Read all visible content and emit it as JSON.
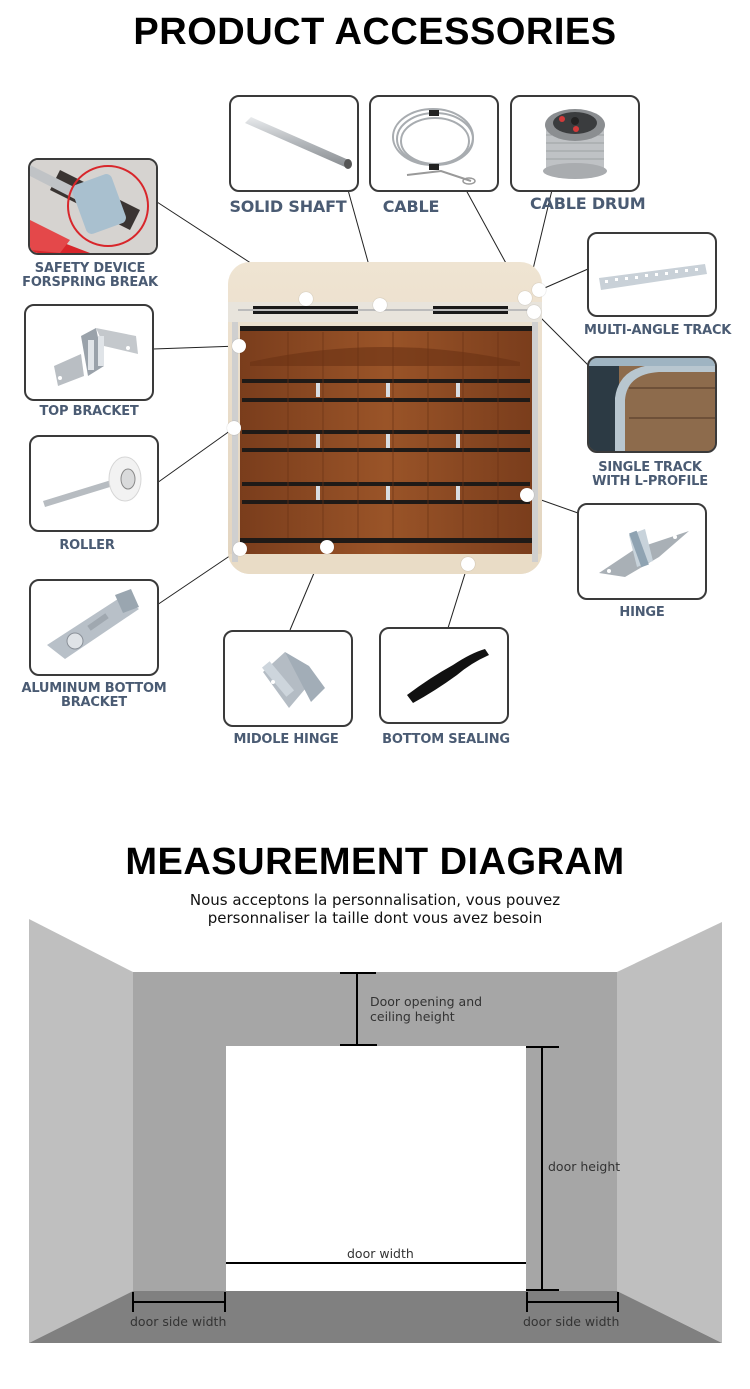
{
  "accessories": {
    "title": "PRODUCT ACCESSORIES",
    "parts": [
      {
        "id": "solid-shaft",
        "label": "SOLID SHAFT"
      },
      {
        "id": "cable",
        "label": "CABLE"
      },
      {
        "id": "cable-drum",
        "label": "CABLE DRUM"
      },
      {
        "id": "safety-device",
        "label_line1": "SAFETY DEVICE",
        "label_line2": "FORSPRING BREAK"
      },
      {
        "id": "multi-angle-track",
        "label": "MULTI-ANGLE TRACK"
      },
      {
        "id": "top-bracket",
        "label": "TOP BRACKET"
      },
      {
        "id": "single-track",
        "label_line1": "SINGLE TRACK",
        "label_line2": "WITH L-PROFILE"
      },
      {
        "id": "roller",
        "label": "ROLLER"
      },
      {
        "id": "hinge",
        "label": "HINGE"
      },
      {
        "id": "aluminum-bottom-bracket",
        "label_line1": "ALUMINUM BOTTOM",
        "label_line2": "BRACKET"
      },
      {
        "id": "middle-hinge",
        "label": "MIDOLE HINGE"
      },
      {
        "id": "bottom-sealing",
        "label": "BOTTOM SEALING"
      }
    ],
    "colors": {
      "label": "#4a5b73",
      "box_border": "#3a3a3a",
      "wood": "#8a4a22"
    }
  },
  "measurement": {
    "title": "MEASUREMENT DIAGRAM",
    "subtitle_line1": "Nous acceptons la personnalisation, vous pouvez",
    "subtitle_line2": "personnaliser la taille dont vous avez besoin",
    "labels": {
      "ceiling_line1": "Door opening and",
      "ceiling_line2": "ceiling height",
      "door_height": "door height",
      "door_width": "door width",
      "side_width_left": "door side width",
      "side_width_right": "door side width"
    },
    "colors": {
      "side_wall": "#bfbfbf",
      "front_wall": "#a6a6a6",
      "floor": "#808080",
      "opening": "#ffffff"
    }
  }
}
